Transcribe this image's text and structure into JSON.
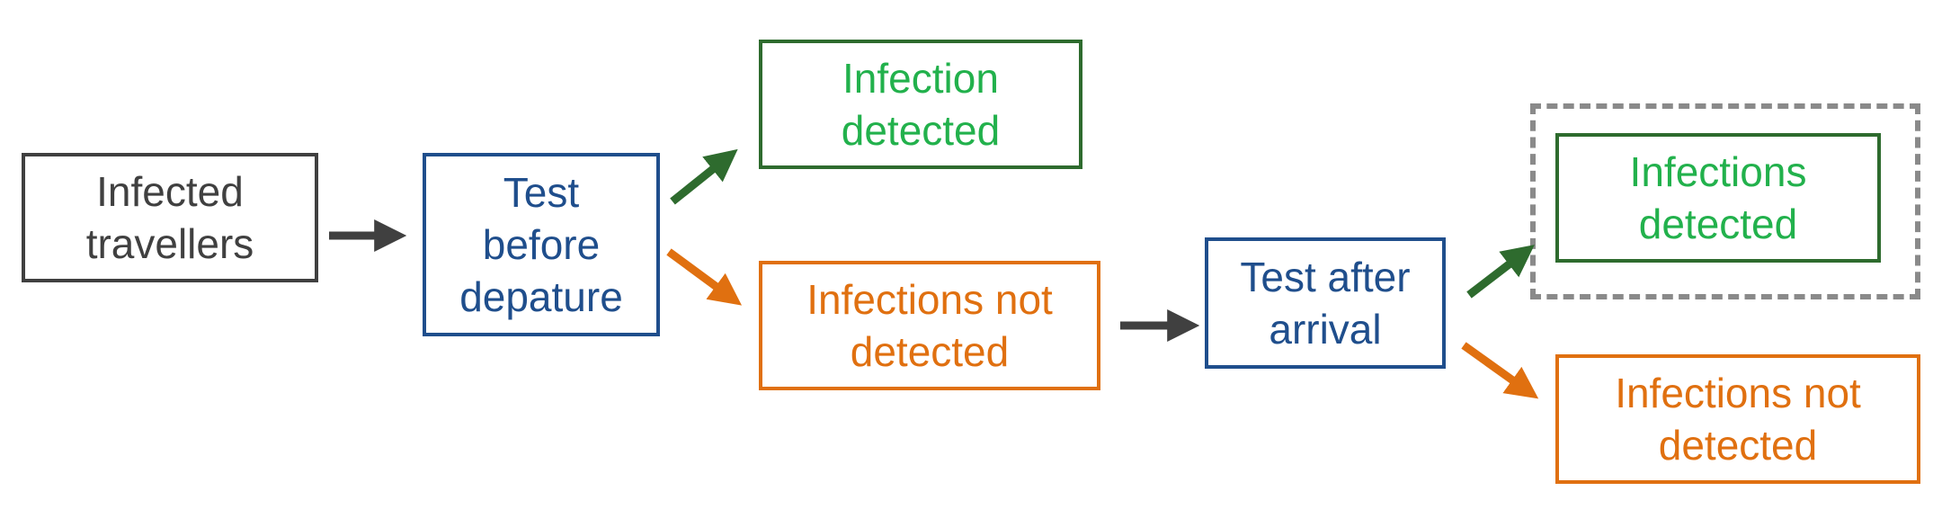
{
  "colors": {
    "neutral": "#404040",
    "blue": "#1f4e8c",
    "green": "#2e6b2e",
    "green_text": "#22b14c",
    "orange": "#e07010",
    "dashed": "#8a8a8a"
  },
  "nodes": {
    "infected_travellers": "Infected\ntravellers",
    "test_before_departure": "Test\nbefore\ndepature",
    "infection_detected": "Infection\ndetected",
    "infections_not_detected_1": "Infections not\ndetected",
    "test_after_arrival": "Test after\narrival",
    "infections_detected": "Infections\ndetected",
    "infections_not_detected_2": "Infections not\ndetected"
  }
}
